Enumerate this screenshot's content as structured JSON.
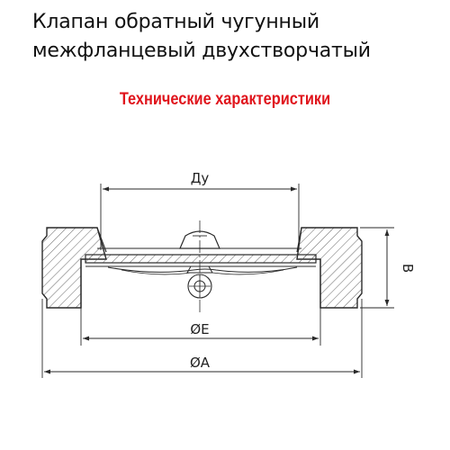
{
  "title": {
    "line1": "Клапан обратный чугунный",
    "line2": "межфланцевый двухстворчатый"
  },
  "subtitle": "Технические характеристики",
  "colors": {
    "subtitle": "#e0141c",
    "line": "#2a2a2a",
    "hatch": "#555555"
  },
  "dimensions": {
    "nominal_diameter": "Ду",
    "height": "B",
    "seal_diameter": "ØE",
    "outer_diameter": "ØA"
  }
}
